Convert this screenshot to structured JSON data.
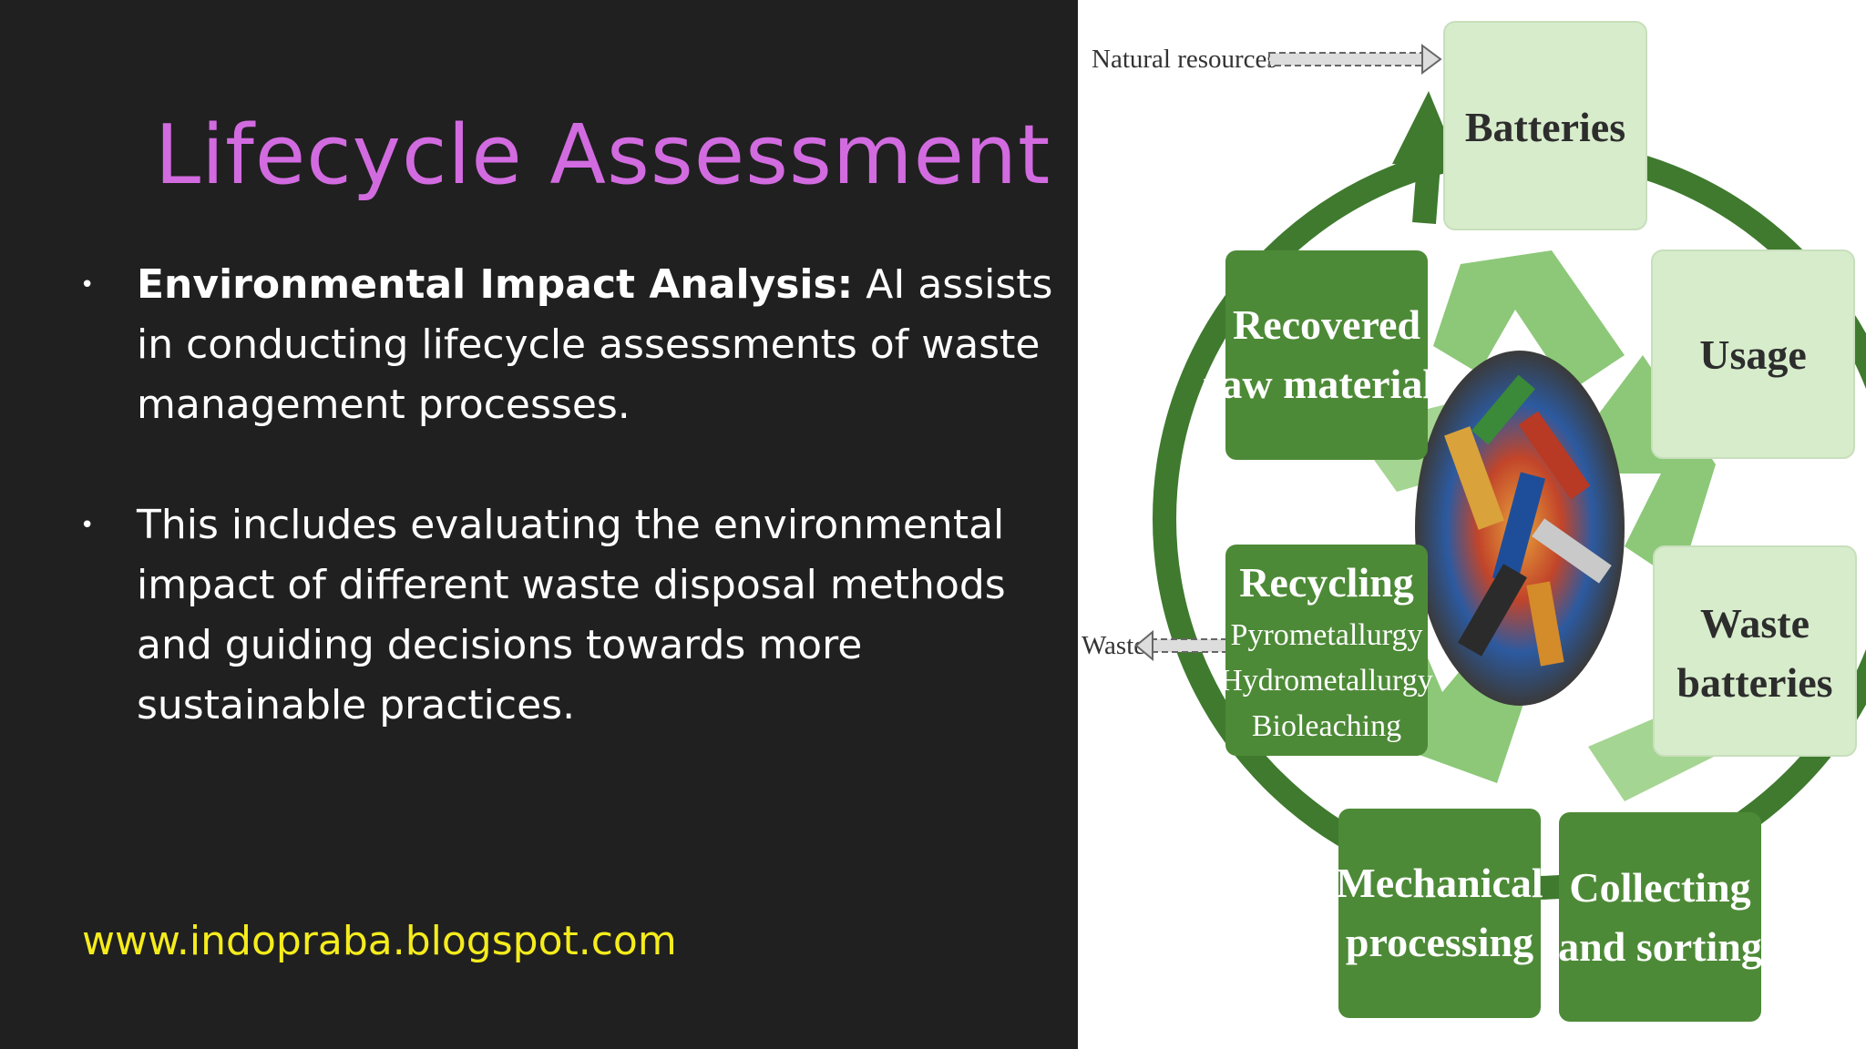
{
  "slide": {
    "title": "Lifecycle Assessment",
    "bullets": [
      {
        "lead": "Environmental Impact Analysis:",
        "text": " AI assists in conducting lifecycle assessments of waste management processes."
      },
      {
        "lead": "",
        "text": "This includes evaluating the environmental impact of different waste disposal methods and guiding decisions towards more sustainable practices."
      }
    ],
    "website": "www.indopraba.blogspot.com"
  },
  "diagram": {
    "inputs": {
      "natural_resources": "Natural resources",
      "waste": "Waste"
    },
    "stages": {
      "batteries": "Batteries",
      "usage": "Usage",
      "waste_batteries_1": "Waste",
      "waste_batteries_2": "batteries",
      "collecting_1": "Collecting",
      "collecting_2": "and sorting",
      "mechanical_1": "Mechanical",
      "mechanical_2": "processing",
      "recycling": "Recycling",
      "recycling_methods": [
        "Pyrometallurgy",
        "Hydrometallurgy",
        "Bioleaching"
      ],
      "recovered_1": "Recovered",
      "recovered_2": "raw materials"
    },
    "colors": {
      "dark_green": "#4d8a37",
      "light_green": "#d7eccb",
      "ring_green": "#3f7a2e",
      "recycle_green": "#8cc878"
    }
  }
}
